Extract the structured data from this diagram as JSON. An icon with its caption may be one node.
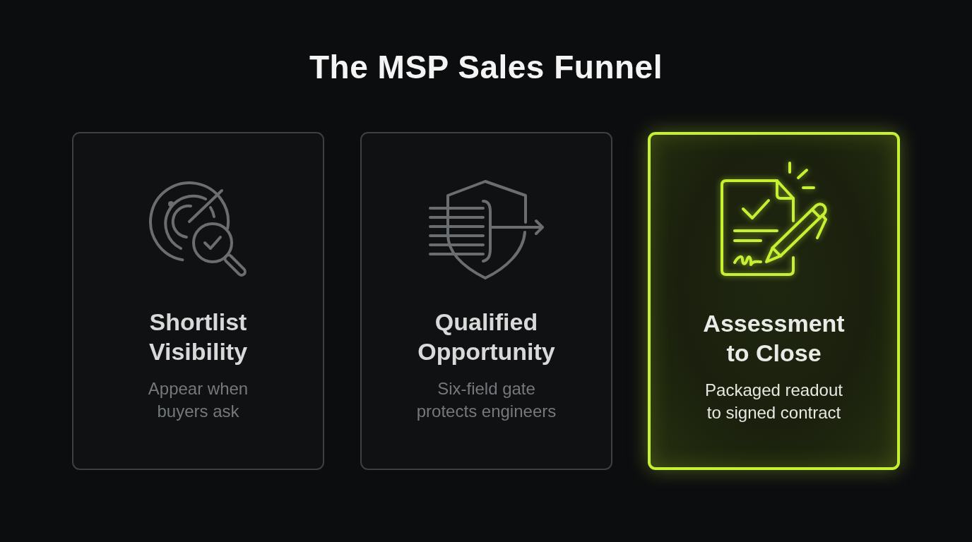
{
  "diagram": {
    "title": "The MSP Sales Funnel",
    "nodes": [
      {
        "text": [
          "Shortlist Visibility",
          "Appear when buyers ask"
        ]
      },
      {
        "text": [
          "Qualified Opportunity",
          "Six-field gate protects engineers"
        ]
      },
      {
        "text": [
          "Assessment to Close",
          "Packaged readout to signed contract"
        ]
      }
    ]
  }
}
